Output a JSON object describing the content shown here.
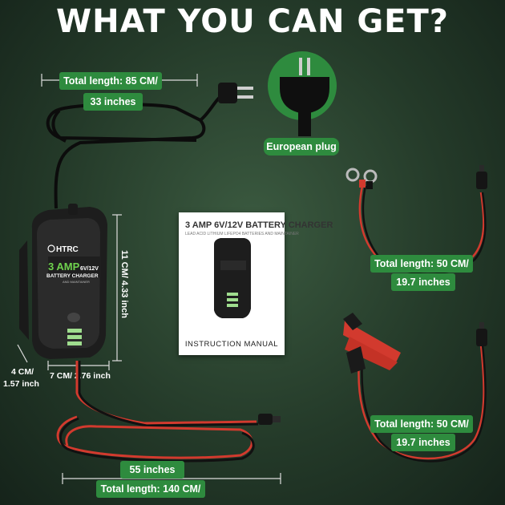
{
  "heading": "WHAT YOU CAN GET?",
  "ac_cord": {
    "length_cm": "Total length: 85 CM/",
    "length_in": "33 inches"
  },
  "plug": {
    "label": "European plug"
  },
  "charger": {
    "brand": "HTRC",
    "amp": "3 AMP",
    "voltage": "6V/12V",
    "title": "BATTERY CHARGER",
    "subtitle": "AND MAINTAINER",
    "height_label": "11 CM/ 4.33 inch",
    "depth_cm": "4 CM/",
    "depth_in": "1.57 inch",
    "width_label": "7 CM/ 2.76 inch"
  },
  "manual": {
    "heading": "3 AMP 6V/12V BATTERY CHARGER",
    "subheading": "LEAD ACID LITHIUM LIFEPO4 BATTERIES    AND MAINTAINER",
    "footer": "INSTRUCTION MANUAL"
  },
  "ring_cable": {
    "length_cm": "Total length: 50 CM/",
    "length_in": "19.7 inches"
  },
  "clamp_cable": {
    "length_cm": "Total length: 50 CM/",
    "length_in": "19.7 inches"
  },
  "output_cable": {
    "length_in": "55 inches",
    "length_cm": "Total length: 140 CM/"
  },
  "colors": {
    "accent_green": "#2e8b3e",
    "cable_red": "#d23a2e",
    "cable_black": "#111111"
  }
}
